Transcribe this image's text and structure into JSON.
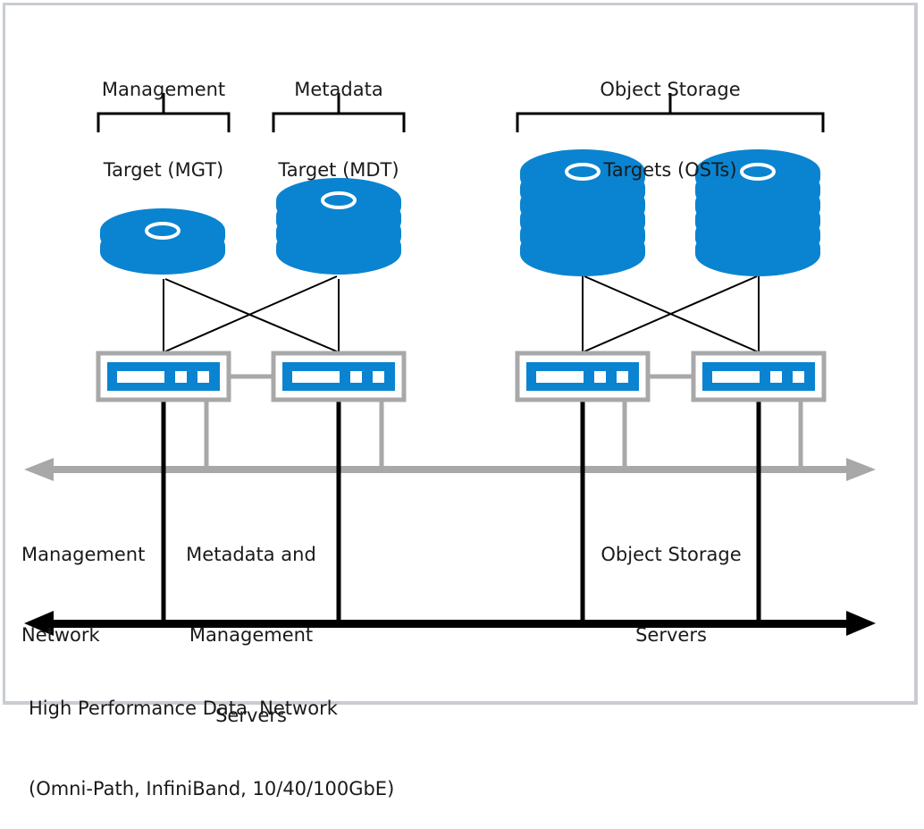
{
  "colors": {
    "disk": "#0a84d0",
    "server_blue": "#0a84d0",
    "server_frame": "#a8a8a8",
    "mgmt_network": "#a8a8a8",
    "data_network": "#000000",
    "border": "#c9ccd2"
  },
  "labels": {
    "mgt": [
      "Management",
      "Target (MGT)"
    ],
    "mdt": [
      "Metadata",
      "Target (MDT)"
    ],
    "ost": [
      "Object Storage",
      "Targets (OSTs)"
    ],
    "management_network": [
      "Management",
      "Network"
    ],
    "mds": [
      "Metadata and",
      "Management",
      "Servers"
    ],
    "oss": [
      "Object Storage",
      "Servers"
    ],
    "data_network": [
      "High Performance Data  Network",
      "(Omni-Path, InfiniBand, 10/40/100GbE)"
    ]
  },
  "disk_stacks": [
    {
      "name": "mgt-disk-stack",
      "platters": 2
    },
    {
      "name": "mdt-disk-stack",
      "platters": 4
    },
    {
      "name": "ost-disk-stack-1",
      "platters": 6
    },
    {
      "name": "ost-disk-stack-2",
      "platters": 6
    }
  ],
  "servers": [
    {
      "name": "mgs-server"
    },
    {
      "name": "mds-server"
    },
    {
      "name": "oss-server-1"
    },
    {
      "name": "oss-server-2"
    }
  ]
}
